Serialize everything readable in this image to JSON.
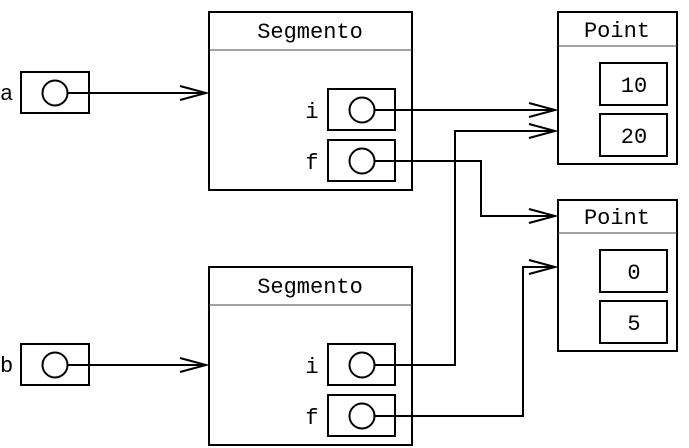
{
  "diagram": {
    "variables": [
      {
        "name": "a",
        "points_to": "segmento-1"
      },
      {
        "name": "b",
        "points_to": "segmento-2"
      }
    ],
    "objects": [
      {
        "id": "segmento-1",
        "class": "Segmento",
        "fields": [
          {
            "name": "i",
            "points_to": "point-1"
          },
          {
            "name": "f",
            "points_to": "point-2"
          }
        ]
      },
      {
        "id": "segmento-2",
        "class": "Segmento",
        "fields": [
          {
            "name": "i",
            "points_to": "point-1"
          },
          {
            "name": "f",
            "points_to": "point-2"
          }
        ]
      },
      {
        "id": "point-1",
        "class": "Point",
        "values": [
          "10",
          "20"
        ]
      },
      {
        "id": "point-2",
        "class": "Point",
        "values": [
          "0",
          "5"
        ]
      }
    ]
  }
}
